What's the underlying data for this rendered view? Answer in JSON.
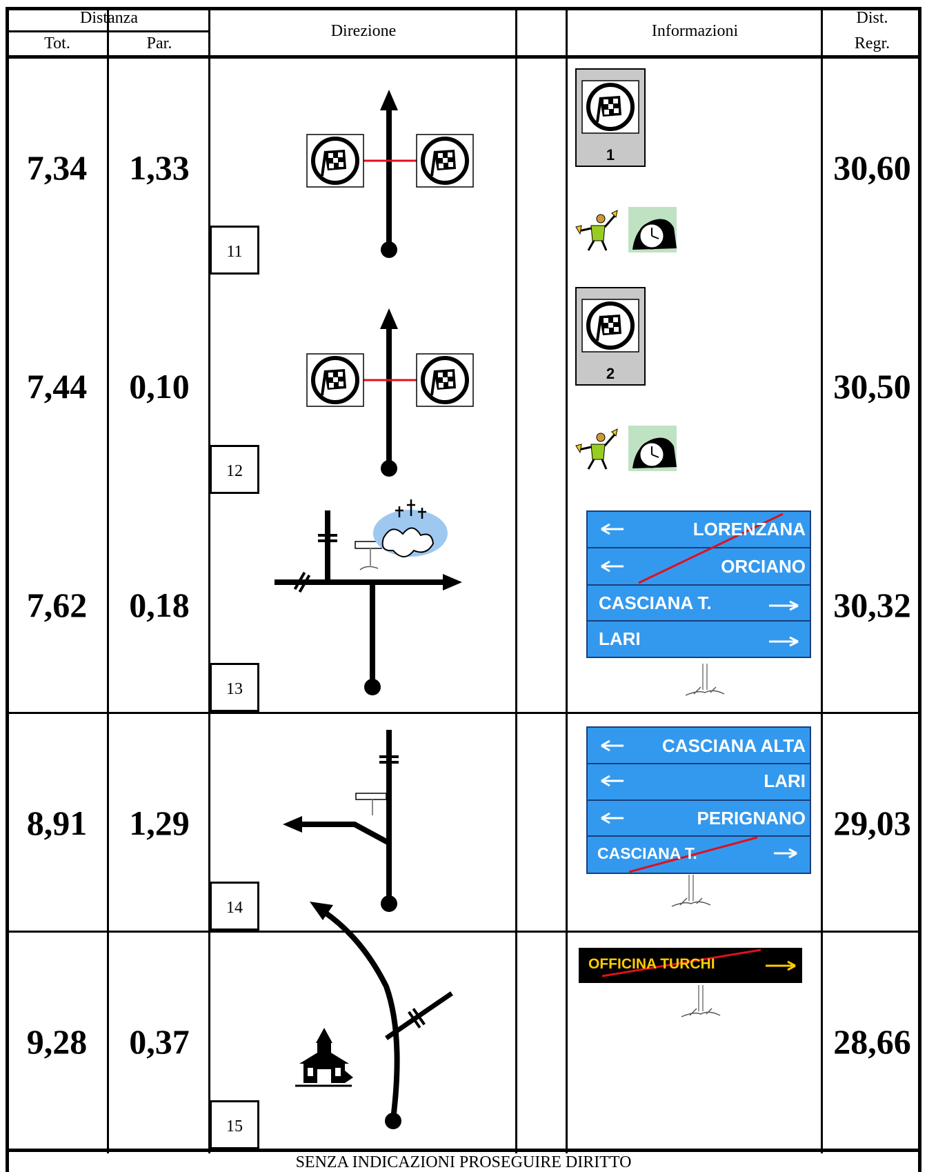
{
  "header": {
    "distanza": "Distanza",
    "tot": "Tot.",
    "par": "Par.",
    "direzione": "Direzione",
    "informazioni": "Informazioni",
    "dist_regr_1": "Dist.",
    "dist_regr_2": "Regr."
  },
  "rows": [
    {
      "tot": "7,34",
      "par": "1,33",
      "n": "11",
      "regr": "30,60",
      "ctrl_no": "1"
    },
    {
      "tot": "7,44",
      "par": "0,10",
      "n": "12",
      "regr": "30,50",
      "ctrl_no": "2"
    },
    {
      "tot": "7,62",
      "par": "0,18",
      "n": "13",
      "regr": "30,32",
      "signs": [
        "LORENZANA",
        "ORCIANO",
        "CASCIANA T.",
        "LARI"
      ]
    },
    {
      "tot": "8,91",
      "par": "1,29",
      "n": "14",
      "regr": "29,03",
      "signs": [
        "CASCIANA ALTA",
        "LARI",
        "PERIGNANO",
        "CASCIANA T."
      ]
    },
    {
      "tot": "9,28",
      "par": "0,37",
      "n": "15",
      "regr": "28,66",
      "signs": [
        "OFFICINA TURCHI"
      ]
    }
  ],
  "footer": "SENZA INDICAZIONI PROSEGUIRE DIRITTO",
  "colors": {
    "sign_blue": "#3399ee",
    "cross_red": "#e0101c",
    "sign_yellow": "#ffcc00"
  }
}
